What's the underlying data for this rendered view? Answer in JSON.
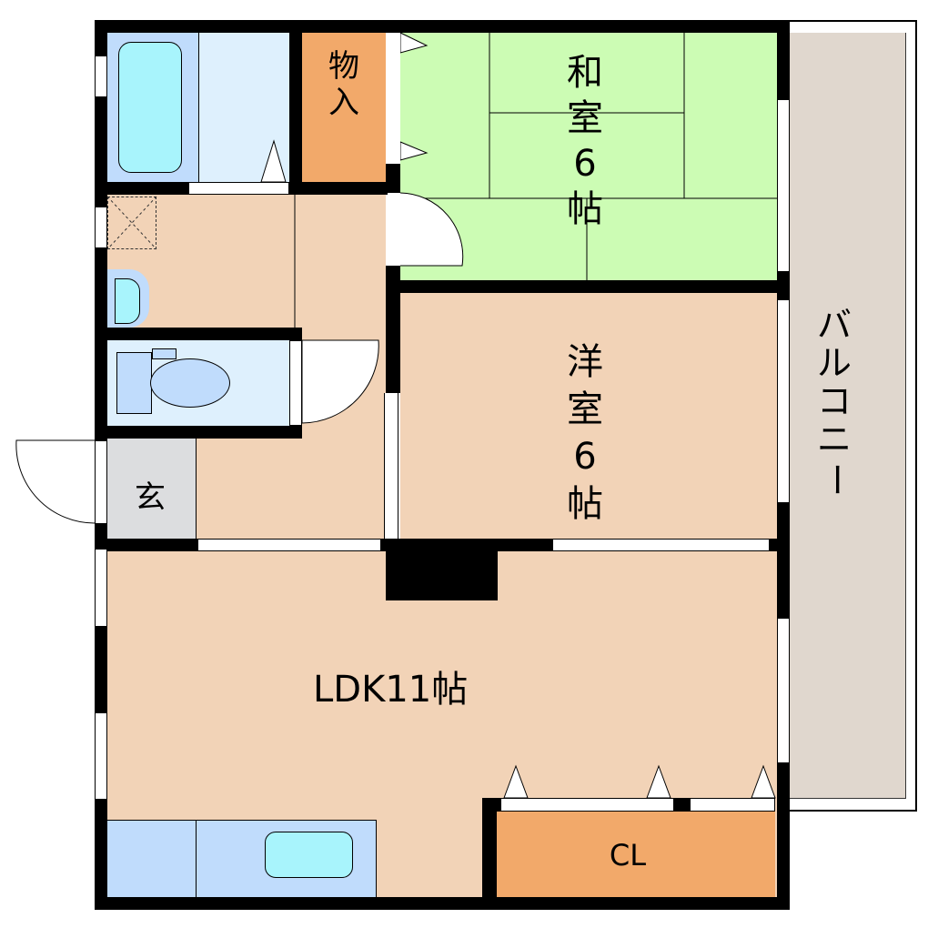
{
  "floorplan": {
    "title": "2LDK floor plan",
    "colors": {
      "wall": "#000000",
      "washitsu": "#ccfcb4",
      "flooring": "#f2d3b7",
      "bath": "#c0dcfc",
      "bath_light": "#def0fd",
      "tub": "#a8f4fc",
      "storage": "#f2a96a",
      "genkan": "#dcdddf",
      "balcony": "#e0d7ce"
    },
    "rooms": {
      "washitsu": {
        "label_lines": [
          "和",
          "室",
          "6",
          "帖"
        ],
        "name": "和室",
        "size": "6帖"
      },
      "yoshitsu": {
        "label_lines": [
          "洋",
          "室",
          "6",
          "帖"
        ],
        "name": "洋室",
        "size": "6帖"
      },
      "ldk": {
        "label": "LDK11帖",
        "name": "LDK",
        "size": "11帖"
      },
      "closet": {
        "label": "CL"
      },
      "storage": {
        "label_lines": [
          "物",
          "入"
        ],
        "name": "物入"
      },
      "genkan": {
        "label": "玄"
      },
      "balcony": {
        "label_lines": [
          "バ",
          "ル",
          "コ",
          "ニ",
          "ー"
        ],
        "name": "バルコニー"
      }
    },
    "fixtures": [
      "bathtub",
      "washroom",
      "washing-machine-space",
      "wash-basin",
      "toilet",
      "kitchen-counter",
      "kitchen-sink"
    ]
  }
}
